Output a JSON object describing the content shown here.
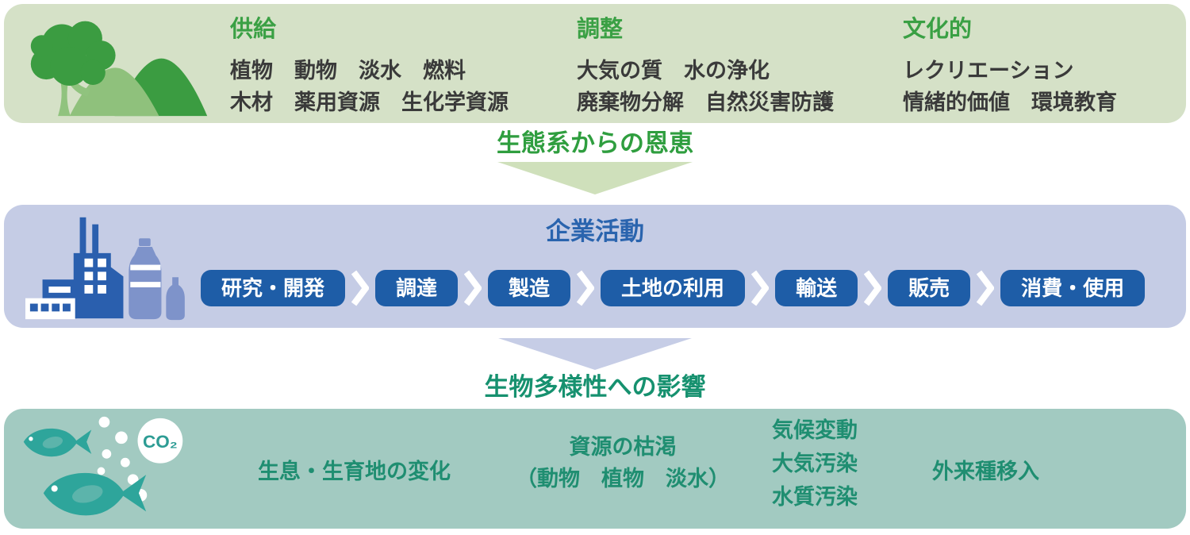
{
  "ecosystem_band": {
    "columns": [
      {
        "header": "供給",
        "lines": [
          "植物　動物　淡水　燃料",
          "木材　薬用資源　生化学資源"
        ]
      },
      {
        "header": "調整",
        "lines": [
          "大気の質　水の浄化",
          "廃棄物分解　自然災害防護"
        ]
      },
      {
        "header": "文化的",
        "lines": [
          "レクリエーション",
          "情緒的価値　環境教育"
        ]
      }
    ]
  },
  "flow_benefits": {
    "label": "生態系からの恩恵"
  },
  "business_band": {
    "title": "企業活動",
    "steps": [
      "研究・開発",
      "調達",
      "製造",
      "土地の利用",
      "輸送",
      "販売",
      "消費・使用"
    ]
  },
  "flow_impact": {
    "label": "生物多様性への影響"
  },
  "impact_band": {
    "co2_label": "CO₂",
    "items": [
      {
        "lines": [
          "生息・生育地の変化"
        ]
      },
      {
        "lines": [
          "資源の枯渇",
          "（動物　植物　淡水）"
        ]
      },
      {
        "lines": [
          "気候変動",
          "大気汚染",
          "水質汚染"
        ]
      },
      {
        "lines": [
          "外来種移入"
        ]
      }
    ]
  },
  "colors": {
    "ecosystem_band_bg": "#d5e1c7",
    "business_band_bg": "#c5cce5",
    "impact_band_bg": "#a2cac1",
    "benefit_heading_green": "#2f9e3f",
    "impact_heading_teal": "#16916f",
    "category_header_green": "#3aa044",
    "body_text_gray": "#3a3a3a",
    "business_title_blue": "#2a64ae",
    "step_button_blue": "#1e5da7",
    "impact_text_teal": "#1f8e71"
  }
}
